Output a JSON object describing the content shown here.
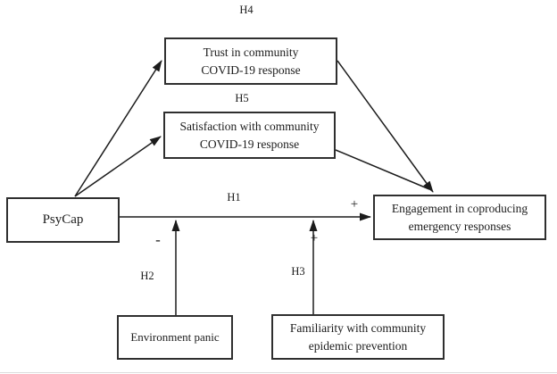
{
  "diagram": {
    "type": "hypothesis-path-model",
    "colors": {
      "background": "#ffffff",
      "line": "#1c1c1c",
      "box_border": "#2f2f2f",
      "text": "#1c1c1c"
    },
    "boxes": {
      "trust": {
        "line1": "Trust in community",
        "line2": "COVID-19 response"
      },
      "satisfaction": {
        "line1": "Satisfaction with community",
        "line2": "COVID-19 response"
      },
      "psycap": {
        "line1": "PsyCap"
      },
      "engagement": {
        "line1": "Engagement in coproducing",
        "line2": "emergency responses"
      },
      "environment_panic": {
        "line1": "Environment panic"
      },
      "familiarity": {
        "line1": "Familiarity with community",
        "line2": "epidemic prevention"
      }
    },
    "hypothesis_labels": {
      "h1": "H1",
      "h2": "H2",
      "h3": "H3",
      "h4": "H4",
      "h5": "H5"
    },
    "path_signs": {
      "h1_sign": "+",
      "h2_sign": "-",
      "h3_sign": "+"
    }
  }
}
